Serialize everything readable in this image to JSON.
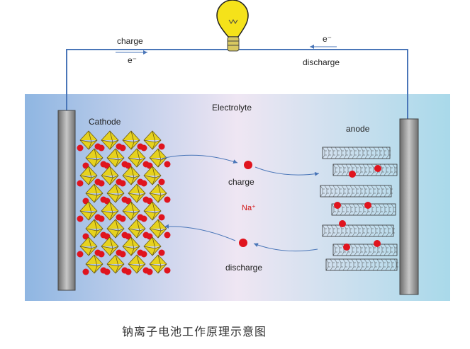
{
  "circuit": {
    "charge_label": "charge",
    "charge_electron": "e⁻",
    "discharge_label": "discharge",
    "discharge_electron": "e⁻"
  },
  "cell": {
    "electrolyte_label": "Electrolyte",
    "cathode_label": "Cathode",
    "anode_label": "anode",
    "ion_label": "Na⁺",
    "charge_label": "charge",
    "discharge_label": "discharge"
  },
  "caption": "钠离子电池工作原理示意图",
  "colors": {
    "wire": "#4a76b8",
    "ion": "#e0141e",
    "crystal": "#e6d21e",
    "ion_label": "#d01010"
  }
}
